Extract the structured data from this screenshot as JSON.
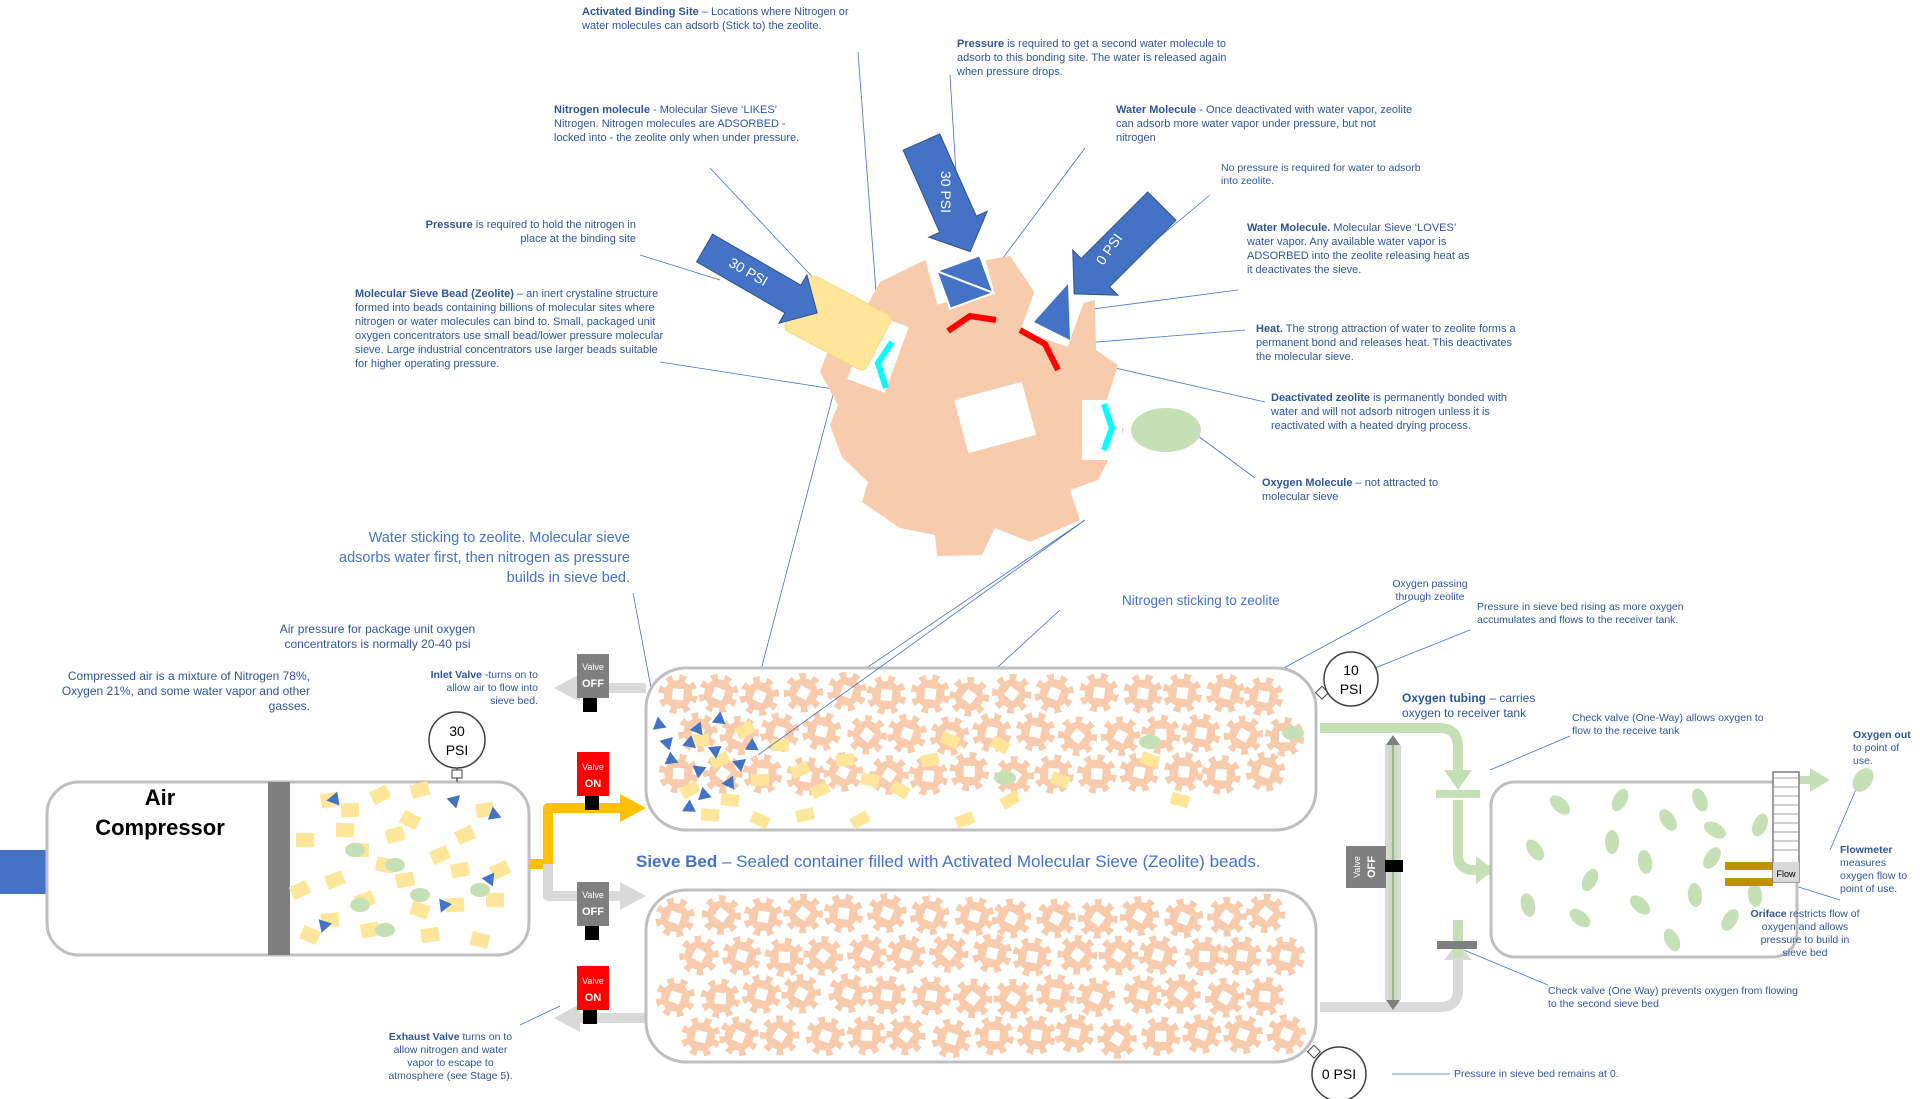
{
  "gauges": {
    "compressor": {
      "value": "30",
      "unit": "PSI"
    },
    "top_bed": {
      "value": "10",
      "unit": "PSI"
    },
    "bottom_bed": {
      "text": "0 PSI"
    }
  },
  "arrows": {
    "left": "30 PSI",
    "top": "30 PSI",
    "right": "0 PSI"
  },
  "valves": {
    "inlet_top": {
      "label": "Valve",
      "state": "OFF",
      "color": "#7f7f7f"
    },
    "exhaust_top": {
      "label": "Valve",
      "state": "ON",
      "color": "#ff0000"
    },
    "inlet_bottom": {
      "label": "Valve",
      "state": "OFF",
      "color": "#7f7f7f"
    },
    "exhaust_bottom": {
      "label": "Valve",
      "state": "ON",
      "color": "#ff0000"
    },
    "crossover": {
      "label": "Valve",
      "state": "OFF",
      "color": "#7f7f7f"
    }
  },
  "flowmeter": {
    "label": "Flow"
  },
  "compressor": {
    "line1": "Air",
    "line2": "Compressor"
  },
  "sieve_bed": {
    "title": "Sieve Bed",
    "text": " – Sealed container filled with Activated Molecular Sieve (Zeolite) beads."
  },
  "annotations": {
    "activated_site": {
      "title": "Activated Binding Site",
      "text": " – Locations where Nitrogen or water molecules can adsorb (Stick to) the zeolite."
    },
    "pressure_water": {
      "title": "Pressure",
      "text": " is required to get a second water molecule to adsorb to this bonding site.  The water is released again when pressure drops."
    },
    "nitrogen_molecule": {
      "title": "Nitrogen molecule",
      "text": " - Molecular Sieve ‘LIKES’ Nitrogen.  Nitrogen molecules are ADSORBED - locked into - the zeolite only when under pressure."
    },
    "water_molecule_1": {
      "title": "Water Molecule",
      "text": " - Once deactivated with water vapor, zeolite can adsorb more water vapor under pressure, but not nitrogen"
    },
    "no_pressure": {
      "text": "No pressure is required for water to adsorb into zeolite."
    },
    "pressure_nitrogen": {
      "title": "Pressure",
      "text": " is required to hold the nitrogen in place at the binding site"
    },
    "water_molecule_2": {
      "title": "Water Molecule.",
      "text": "  Molecular Sieve ‘LOVES’ water vapor.  Any available water vapor is ADSORBED into the zeolite releasing heat as it deactivates the sieve."
    },
    "sieve_bead": {
      "title": "Molecular Sieve Bead (Zeolite)",
      "text": " – an inert crystaline structure formed into beads containing billions of molecular sites where nitrogen or water molecules can bind to.  Small, packaged unit oxygen concentrators use small bead/lower pressure molecular sieve.  Large industrial concentrators use larger beads suitable for higher operating pressure."
    },
    "heat": {
      "title": "Heat.",
      "text": "  The strong attraction of water to zeolite forms a permanent bond and releases heat.  This deactivates the molecular sieve."
    },
    "deactivated": {
      "title": "Deactivated zeolite",
      "text": " is permanently bonded with water and will not adsorb nitrogen unless it is reactivated with a heated drying process."
    },
    "oxygen_molecule": {
      "title": "Oxygen Molecule",
      "text": " – not attracted to molecular sieve"
    },
    "water_sticking": {
      "text": "Water sticking to zeolite.  Molecular sieve adsorbs water first, then nitrogen as pressure builds in sieve bed."
    },
    "air_pressure": {
      "text": "Air pressure for package unit oxygen concentrators is normally 20-40 psi"
    },
    "compressed_air": {
      "text": "Compressed air is a mixture of Nitrogen 78%, Oxygen 21%, and some water vapor and other gasses."
    },
    "inlet_valve": {
      "title": "Inlet Valve",
      "text": " -turns on to allow air to flow into sieve bed."
    },
    "nitrogen_sticking": {
      "text": "Nitrogen sticking to zeolite"
    },
    "oxygen_passing": {
      "text": "Oxygen passing through zeolite"
    },
    "pressure_rising": {
      "text": "Pressure in sieve bed rising as more oxygen accumulates and flows to the receiver tank."
    },
    "oxygen_tubing": {
      "title": "Oxygen tubing",
      "text": " – carries oxygen to receiver tank"
    },
    "check_valve_1": {
      "text": "Check valve (One-Way) allows oxygen to flow to the receive tank"
    },
    "oxygen_out": {
      "title": "Oxygen out",
      "text": " to point of use."
    },
    "flowmeter": {
      "title": "Flowmeter",
      "text": " measures oxygen flow to point of use."
    },
    "oriface": {
      "title": "Oriface",
      "text": " restricts flow of oxygen and allows pressure to build in sieve bed"
    },
    "check_valve_2": {
      "text": "Check valve (One Way) prevents oxygen from flowing to the second sieve bed"
    },
    "exhaust_valve": {
      "title": "Exhaust Valve",
      "text": "  turns on to allow nitrogen and water vapor to escape to atmosphere (see Stage 5)."
    },
    "pressure_zero": {
      "text": "Pressure in sieve bed remains at 0."
    }
  },
  "colors": {
    "zeolite": "#f8cbad",
    "nitrogen": "#ffe699",
    "oxygen": "#c5e0b4",
    "water": "#4472c4",
    "air_flow": "#ffc000",
    "heat": "#ff0000",
    "binding_site": "#00ffff",
    "text": "#2f5597"
  }
}
